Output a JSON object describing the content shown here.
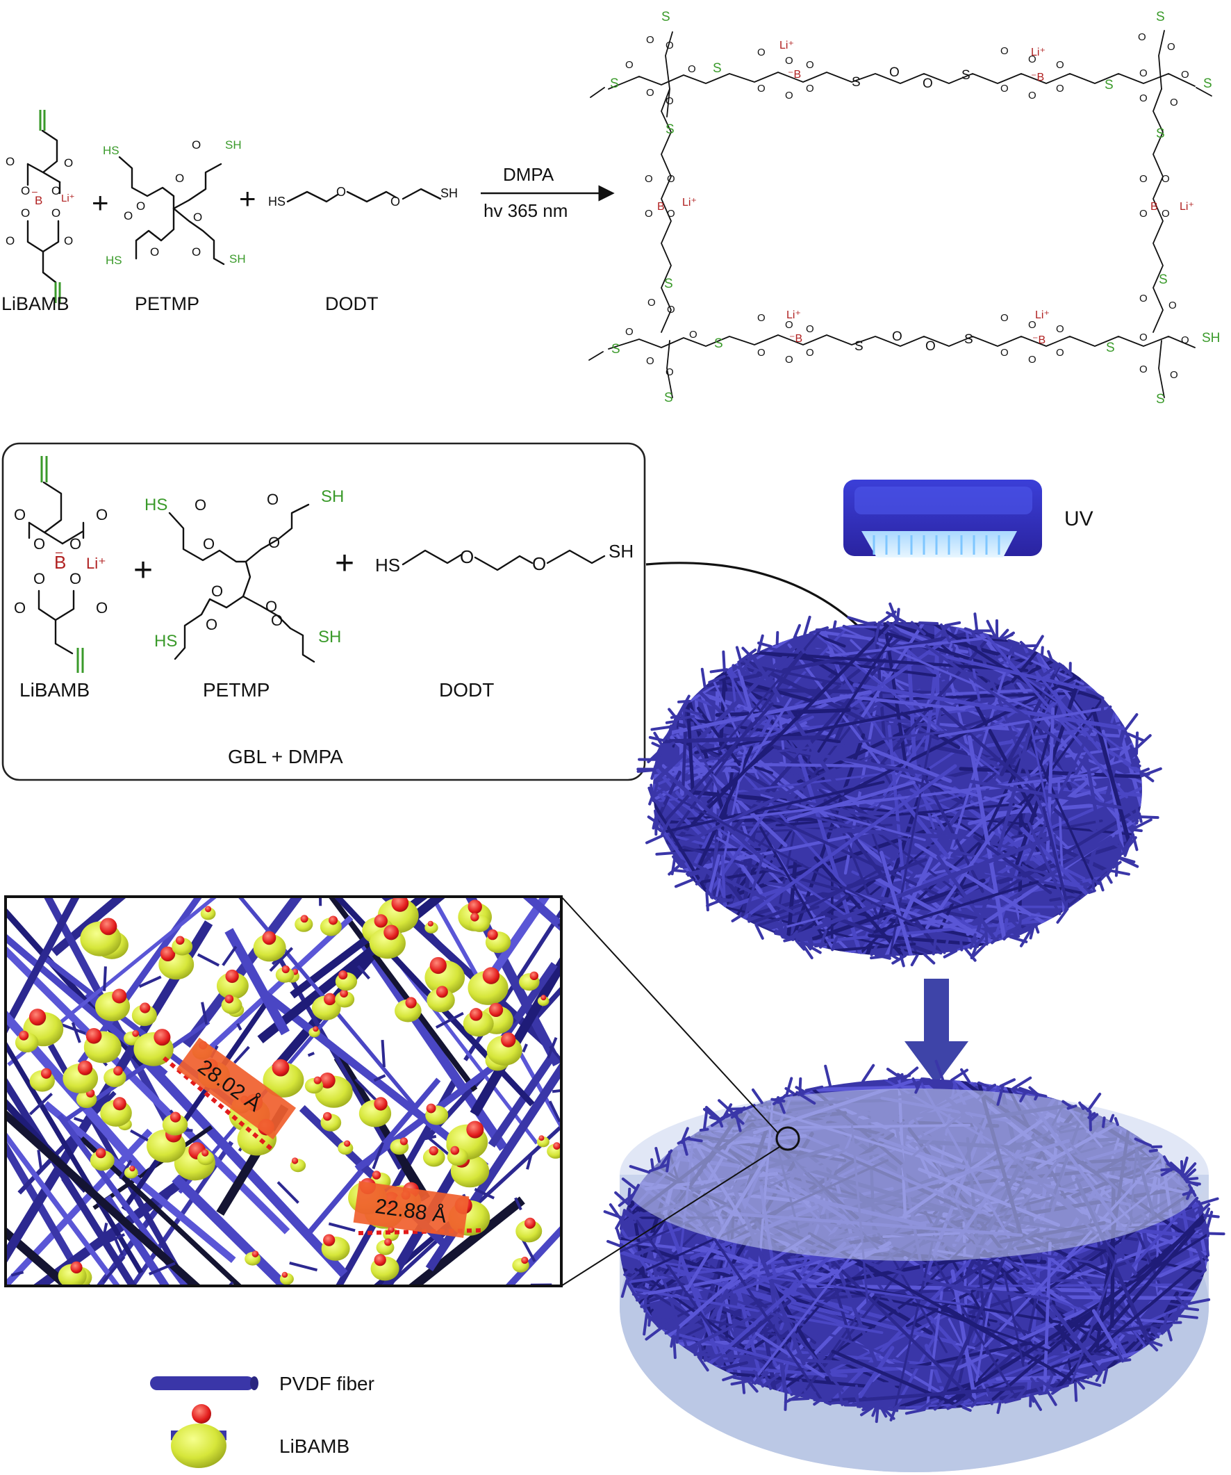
{
  "scheme": {
    "reactants": [
      "LiBAMB",
      "PETMP",
      "DODT"
    ],
    "plus": "+",
    "arrow_top": "DMPA",
    "arrow_bottom": "hv 365 nm",
    "atoms": {
      "boron": "B",
      "lithium": "Li⁺",
      "thiol": "SH",
      "thiol_left": "HS",
      "oxygen": "O",
      "sulfur": "S"
    }
  },
  "panel": {
    "reactants": [
      "LiBAMB",
      "PETMP",
      "DODT"
    ],
    "solvent": "GBL + DMPA"
  },
  "uv_label": "UV",
  "zoom": {
    "distance_1": "28.02 Å",
    "distance_2": "22.88 Å"
  },
  "legend": {
    "fiber_label": "PVDF fiber",
    "salt_label": "LiBAMB"
  },
  "colors": {
    "fiber": "#3a36a8",
    "thiol_green": "#3a9a2a",
    "boron_red": "#b02020",
    "salt_yellow": "#d6e63a",
    "salt_red": "#e21b1b",
    "gel": "#b9c6e4",
    "arrow_blue": "#3e44a8",
    "label_box": "#f0602e"
  }
}
